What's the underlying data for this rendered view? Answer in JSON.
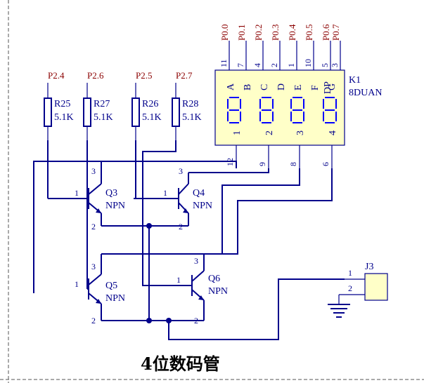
{
  "title": "4位数码管",
  "display": {
    "ref": "K1",
    "type": "8DUAN",
    "segment_nets": [
      "P0.0",
      "P0.1",
      "P0.2",
      "P0.3",
      "P0.4",
      "P0.5",
      "P0.6",
      "P0.7"
    ],
    "segment_pin_numbers": [
      "11",
      "7",
      "4",
      "2",
      "1",
      "10",
      "5",
      "3"
    ],
    "segment_letters": [
      "A",
      "B",
      "C",
      "D",
      "E",
      "F",
      "G",
      "DP"
    ],
    "digit_labels": [
      "1",
      "2",
      "3",
      "4"
    ],
    "digit_pin_numbers": [
      "12",
      "9",
      "8",
      "6"
    ]
  },
  "resistors": [
    {
      "ref": "R25",
      "value": "5.1K",
      "net": "P2.4"
    },
    {
      "ref": "R27",
      "value": "5.1K",
      "net": "P2.6"
    },
    {
      "ref": "R26",
      "value": "5.1K",
      "net": "P2.5"
    },
    {
      "ref": "R28",
      "value": "5.1K",
      "net": "P2.7"
    }
  ],
  "transistors": [
    {
      "ref": "Q3",
      "type": "NPN",
      "pins": [
        "1",
        "3",
        "2"
      ]
    },
    {
      "ref": "Q4",
      "type": "NPN",
      "pins": [
        "1",
        "3",
        "2"
      ]
    },
    {
      "ref": "Q5",
      "type": "NPN",
      "pins": [
        "1",
        "3",
        "2"
      ]
    },
    {
      "ref": "Q6",
      "type": "NPN",
      "pins": [
        "1",
        "3",
        "2"
      ]
    }
  ],
  "connector": {
    "ref": "J3",
    "pins": [
      "1",
      "2"
    ]
  },
  "colors": {
    "wire": "#00008b",
    "net_label": "#8b0000",
    "segment": "#0000ff",
    "display_fill": "#ffffc8"
  }
}
